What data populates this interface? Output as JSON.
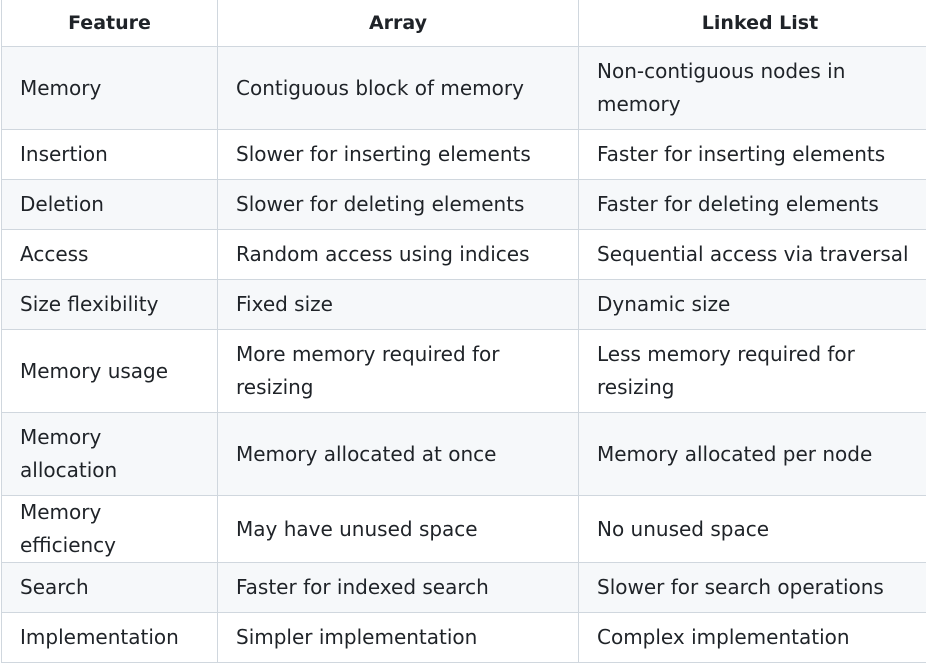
{
  "table": {
    "headers": [
      "Feature",
      "Array",
      "Linked List"
    ],
    "rows": [
      [
        "Memory",
        "Contiguous block of memory",
        "Non-contiguous nodes in memory"
      ],
      [
        "Insertion",
        "Slower for inserting elements",
        "Faster for inserting elements"
      ],
      [
        "Deletion",
        "Slower for deleting elements",
        "Faster for deleting elements"
      ],
      [
        "Access",
        "Random access using indices",
        "Sequential access via traversal"
      ],
      [
        "Size flexibility",
        "Fixed size",
        "Dynamic size"
      ],
      [
        "Memory usage",
        "More memory required for resizing",
        "Less memory required for resizing"
      ],
      [
        "Memory allocation",
        "Memory allocated at once",
        "Memory allocated per node"
      ],
      [
        "Memory efficiency",
        "May have unused space",
        "No unused space"
      ],
      [
        "Search",
        "Faster for indexed search",
        "Slower for search operations"
      ],
      [
        "Implementation",
        "Simpler implementation",
        "Complex implementation"
      ]
    ]
  }
}
